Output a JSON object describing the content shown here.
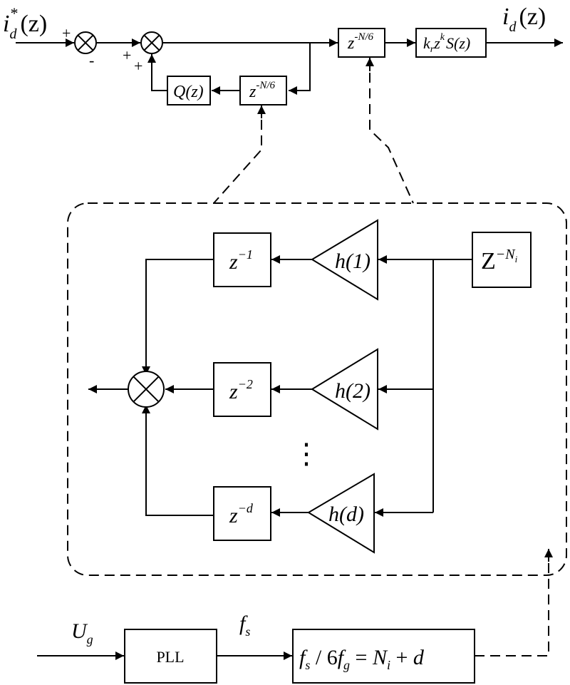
{
  "top": {
    "input": {
      "base": "i",
      "sub": "d",
      "sup": "*",
      "arg": "(z)"
    },
    "output": {
      "base": "i",
      "sub": "d",
      "arg": "(z)"
    },
    "sum1_signs": {
      "plus": "+",
      "minus": "-"
    },
    "sum2_signs": {
      "plus_a": "+",
      "plus_b": "+"
    },
    "q_block": "Q(z)",
    "delay_feedback": {
      "base": "z",
      "sup": "-N/6"
    },
    "delay_forward": {
      "base": "z",
      "sup": "-N/6"
    },
    "gain_block": {
      "k": "k",
      "r": "r",
      "z": "z",
      "kexp": "k",
      "tail": "S(z)"
    }
  },
  "detail": {
    "source": {
      "base": "Z",
      "sup": "−N",
      "subsup": "i"
    },
    "gains": [
      {
        "label": "h(1)"
      },
      {
        "label": "h(2)"
      },
      {
        "label": "h(d)"
      }
    ],
    "delays": [
      {
        "base": "z",
        "sup": "−1"
      },
      {
        "base": "z",
        "sup": "−2"
      },
      {
        "base": "z",
        "sup": "−d"
      }
    ],
    "ellipsis": "⋮"
  },
  "pll": {
    "input": {
      "base": "U",
      "sub": "g"
    },
    "block": "PLL",
    "mid": {
      "base": "f",
      "sub": "s"
    },
    "formula": {
      "f1": "f",
      "s1": "s",
      "slash": " / 6",
      "f2": "f",
      "s2": "g",
      "eq": " = ",
      "n": "N",
      "ni": "i",
      "plus": " + ",
      "d": "d"
    }
  }
}
